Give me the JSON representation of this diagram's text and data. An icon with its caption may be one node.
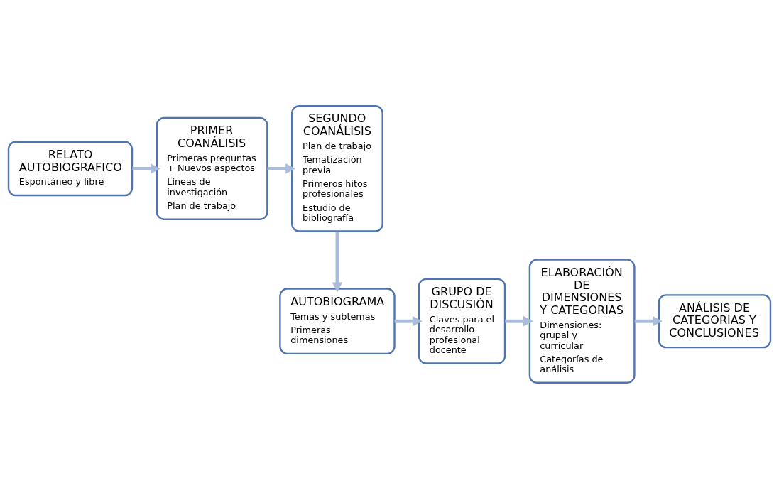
{
  "diagram": {
    "nodes": [
      {
        "text": [
          "RELATO AUTOBIOGRAFICO",
          "Espontáneo y libre"
        ]
      },
      {
        "text": [
          "PRIMER COANÁLISIS",
          "Primeras preguntas + Nuevos aspectos",
          "Líneas de investigación",
          "Plan de trabajo"
        ]
      },
      {
        "text": [
          "SEGUNDO COANÁLISIS",
          "Plan de trabajo",
          "Tematización previa",
          "Primeros hitos profesionales",
          "Estudio de bibliografía"
        ]
      },
      {
        "text": [
          "AUTOBIOGRAMA",
          "Temas y subtemas",
          "Primeras dimensiones"
        ]
      },
      {
        "text": [
          "GRUPO DE DISCUSIÓN",
          "Claves para el desarrollo profesional docente"
        ]
      },
      {
        "text": [
          "ELABORACIÓN DE DIMENSIONES Y CATEGORIAS",
          "Dimensiones: grupal y curricular",
          "Categorías de análisis"
        ]
      },
      {
        "text": [
          "ANÁLISIS DE CATEGORIAS Y CONCLUSIONES"
        ]
      }
    ],
    "edges": [
      {
        "from": 0,
        "to": 1,
        "arrow": "to"
      },
      {
        "from": 1,
        "to": 2,
        "arrow": "to"
      },
      {
        "from": 2,
        "to": 3,
        "arrow": "to"
      },
      {
        "from": 3,
        "to": 4,
        "arrow": "to"
      },
      {
        "from": 4,
        "to": 5,
        "arrow": "to"
      },
      {
        "from": 5,
        "to": 6,
        "arrow": "to"
      }
    ]
  }
}
